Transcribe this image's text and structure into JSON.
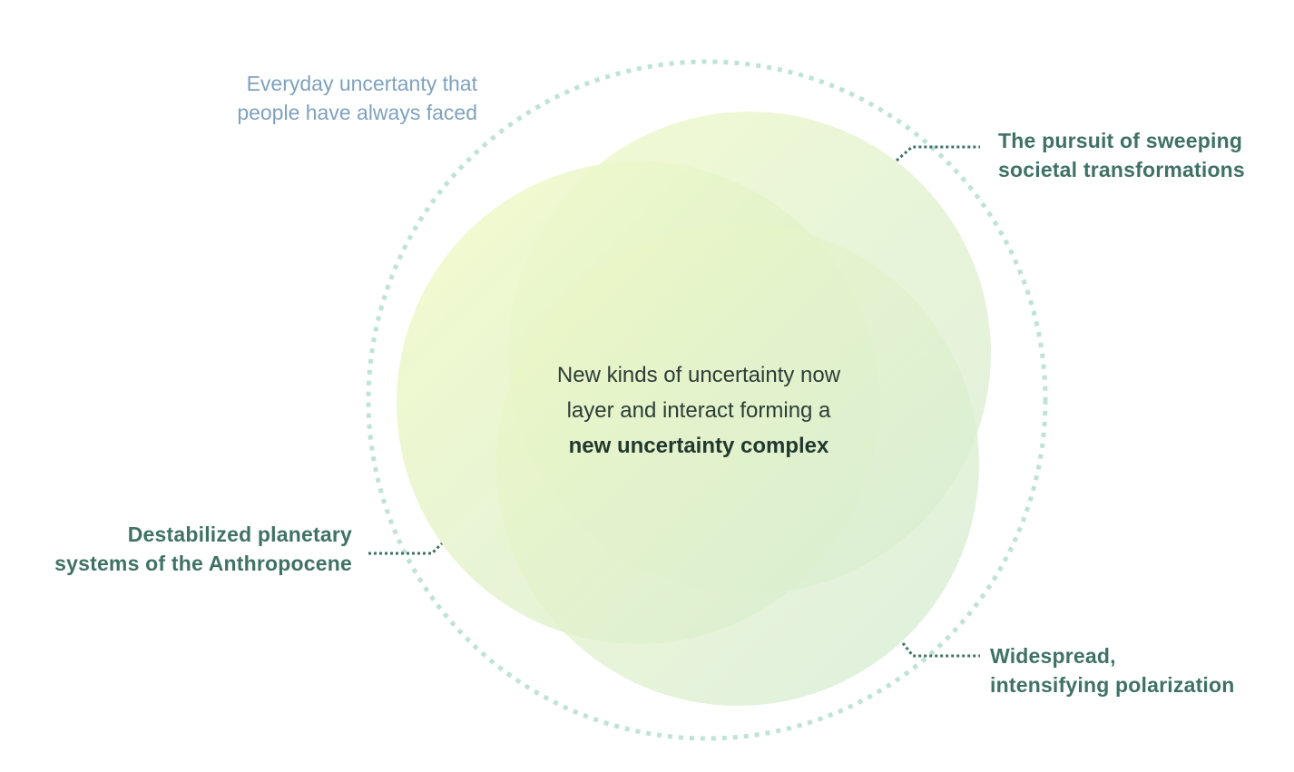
{
  "context_label": [
    "Everyday uncertanty that",
    "people have always faced"
  ],
  "labels": {
    "top_right": [
      "The pursuit of sweeping",
      "societal transformations"
    ],
    "left": [
      "Destabilized planetary",
      "systems of the Anthropocene"
    ],
    "bottom_right": [
      "Widespread,",
      "intensifying polarization"
    ]
  },
  "center": {
    "line1": "New kinds of uncertainty now",
    "line2": "layer and interact forming a",
    "emphasis": "new uncertainty complex"
  },
  "colors": {
    "label": "#3f7265",
    "context": "#7ea2bf",
    "outer_ring": "#bfe3d6",
    "connector": "#3f7265"
  }
}
